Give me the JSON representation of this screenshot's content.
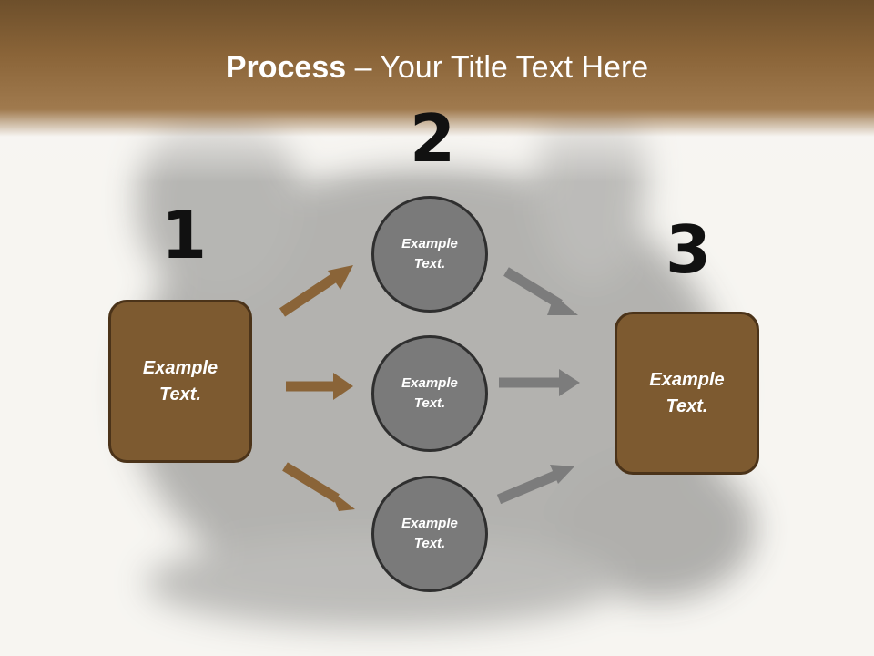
{
  "title": {
    "bold": "Process",
    "rest": " – Your Title Text Here"
  },
  "steps": [
    {
      "number": "1",
      "box_text": "Example Text."
    },
    {
      "number": "2",
      "circles": [
        "Example Text.",
        "Example Text.",
        "Example Text."
      ]
    },
    {
      "number": "3",
      "box_text": "Example Text."
    }
  ],
  "colors": {
    "header_brown": "#8a6438",
    "box_fill": "#7d5a30",
    "box_border": "#4b3319",
    "circle_fill": "#7a7a7a",
    "arrow_brown": "#8a6438",
    "arrow_gray": "#7c7c7c"
  }
}
